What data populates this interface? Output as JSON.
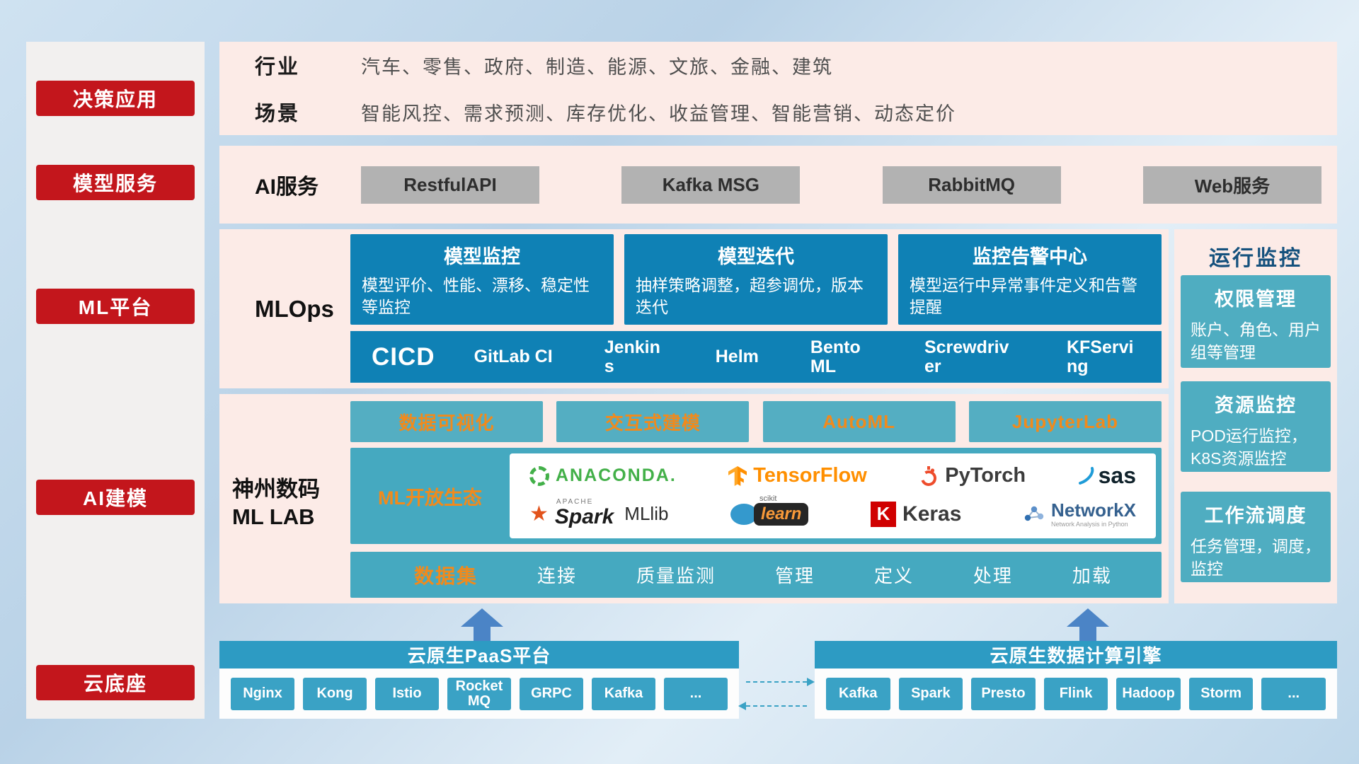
{
  "colors": {
    "accent_red": "#c3161c",
    "deep_blue": "#0f81b5",
    "teal": "#45a9c0",
    "orange": "#f18a1c",
    "band_pink": "#fcebe7"
  },
  "sidebar": {
    "items": [
      {
        "label": "决策应用"
      },
      {
        "label": "模型服务"
      },
      {
        "label": "ML平台"
      },
      {
        "label": "AI建模"
      },
      {
        "label": "云底座"
      }
    ]
  },
  "industry_band": {
    "row1_label": "行业",
    "row1_value": "汽车、零售、政府、制造、能源、文旅、金融、建筑",
    "row2_label": "场景",
    "row2_value": "智能风控、需求预测、库存优化、收益管理、智能营销、动态定价"
  },
  "ai_service_band": {
    "label": "AI服务",
    "items": [
      "RestfulAPI",
      "Kafka MSG",
      "RabbitMQ",
      "Web服务"
    ]
  },
  "mlops_band": {
    "label": "MLOps",
    "cards": [
      {
        "title": "模型监控",
        "desc": "模型评价、性能、漂移、稳定性等监控"
      },
      {
        "title": "模型迭代",
        "desc": "抽样策略调整，超参调优，版本迭代"
      },
      {
        "title": "监控告警中心",
        "desc": "模型运行中异常事件定义和告警提醒"
      }
    ],
    "cicd": {
      "label": "CICD",
      "items": [
        "GitLab CI",
        "Jenkins",
        "Helm",
        "BentoML",
        "Screwdriver",
        "KFServing"
      ]
    }
  },
  "mllab_band": {
    "label_line1": "神州数码",
    "label_line2": "ML LAB",
    "tools": [
      "数据可视化",
      "交互式建模",
      "AutoML",
      "JupyterLab"
    ],
    "ecosystem": {
      "label": "ML开放生态",
      "anaconda": "ANACONDA.",
      "tensorflow": "TensorFlow",
      "pytorch": "PyTorch",
      "sas": "sas",
      "spark_star": "★",
      "spark_apache": "APACHE",
      "spark": "Spark",
      "mllib": "MLlib",
      "scikit": "scikit",
      "learn": "learn",
      "keras_k": "K",
      "keras": "Keras",
      "networkx": "NetworkX",
      "networkx_sub": "Network Analysis in Python"
    },
    "dataset": {
      "label": "数据集",
      "items": [
        "连接",
        "质量监测",
        "管理",
        "定义",
        "处理",
        "加载"
      ]
    }
  },
  "monitor_column": {
    "title": "运行监控",
    "cards": [
      {
        "title": "权限管理",
        "desc": "账户、角色、用户组等管理"
      },
      {
        "title": "资源监控",
        "desc": "POD运行监控，K8S资源监控"
      },
      {
        "title": "工作流调度",
        "desc": "任务管理，调度，监控"
      }
    ]
  },
  "bottom": {
    "paas": {
      "title": "云原生PaaS平台",
      "items": [
        "Nginx",
        "Kong",
        "Istio",
        "RocketMQ",
        "GRPC",
        "Kafka",
        "..."
      ]
    },
    "engine": {
      "title": "云原生数据计算引擎",
      "items": [
        "Kafka",
        "Spark",
        "Presto",
        "Flink",
        "Hadoop",
        "Storm",
        "..."
      ]
    }
  }
}
